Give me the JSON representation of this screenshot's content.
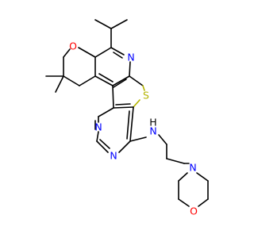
{
  "atoms": {
    "o_pyran": "O",
    "n_pyridine": "N",
    "s_thiophene": "S",
    "n_pyrimidine_left": "N",
    "n_pyrimidine_bottom": "N",
    "n_amine": "N",
    "h_amine": "H",
    "n_morpholine": "N",
    "o_morpholine": "O"
  },
  "colors": {
    "oxygen": "#ff0000",
    "nitrogen": "#0000ff",
    "sulfur": "#b4b400",
    "bond": "#000000",
    "background": "#ffffff"
  }
}
